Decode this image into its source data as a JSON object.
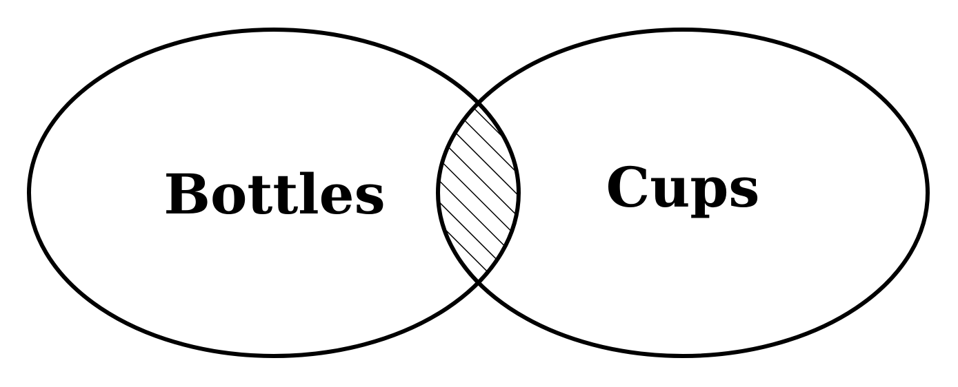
{
  "diagram": {
    "type": "venn",
    "sets": [
      {
        "name": "Bottles"
      },
      {
        "name": "Cups"
      }
    ],
    "highlighted_region": "intersection",
    "highlight_style": "hatched",
    "stroke_color": "#000000",
    "fill_color": "#ffffff"
  }
}
